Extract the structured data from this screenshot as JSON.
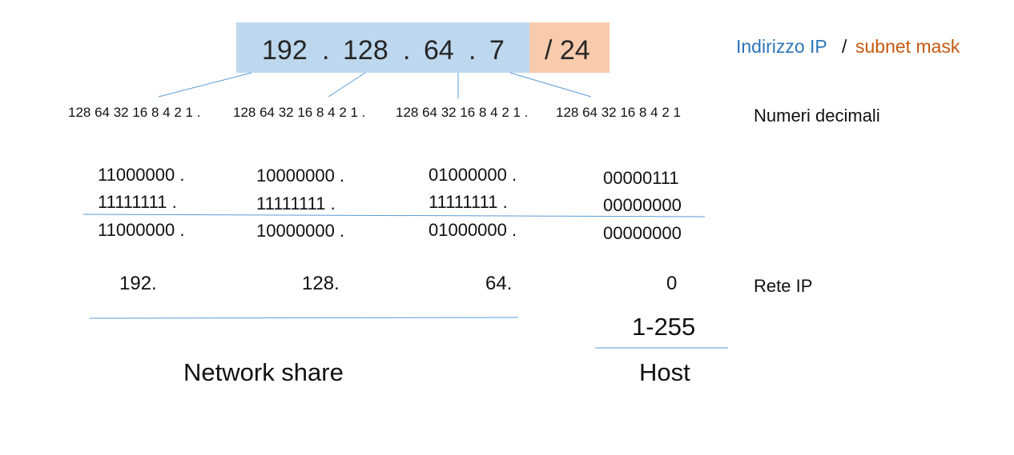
{
  "ip_header": {
    "octets": [
      "192",
      "128",
      "64",
      "7"
    ],
    "separator": ".",
    "mask": "/ 24"
  },
  "legend": {
    "ip_label": "Indirizzo IP",
    "slash": "/",
    "mask_label": "subnet mask",
    "ip_color": "#2e75b6",
    "mask_color": "#c55a11"
  },
  "bit_weights": [
    "128 64 32 16 8 4 2 1  .",
    "128 64 32 16 8 4 2 1 .",
    "128 64 32 16 8 4 2 1 .",
    "128 64 32 16 8 4 2 1"
  ],
  "numeri_decimali_label": "Numeri decimali",
  "binary_rows": [
    [
      "11000000  .",
      "10000000  .",
      "01000000  .",
      "00000111"
    ],
    [
      "11111111  .",
      "11111111  .",
      "11111111  .",
      "00000000"
    ],
    [
      "11000000  .",
      "10000000  .",
      "01000000  .",
      "00000000"
    ]
  ],
  "network_result": [
    "192.",
    "128.",
    "64.",
    "0"
  ],
  "rete_ip_label": "Rete IP",
  "host_range": "1-255",
  "network_share_label": "Network share",
  "host_label": "Host"
}
